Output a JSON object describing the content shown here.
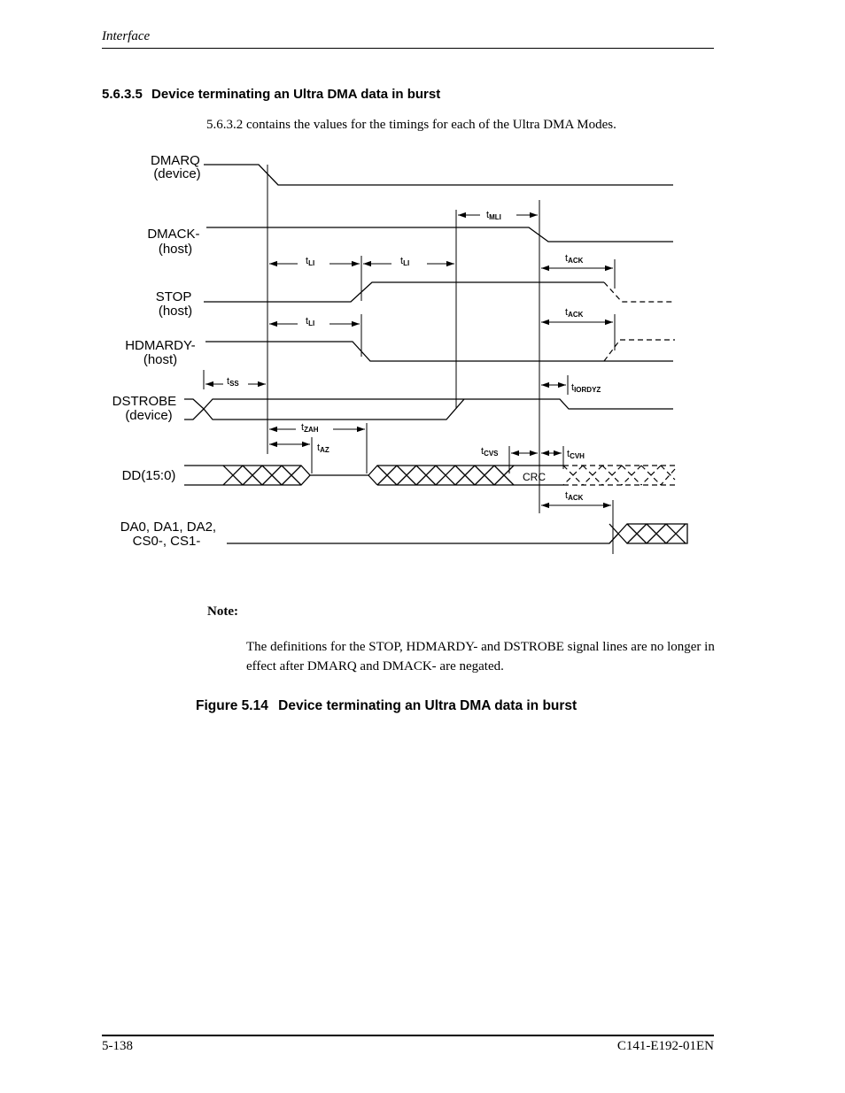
{
  "header": {
    "running_title": "Interface"
  },
  "section": {
    "number": "5.6.3.5",
    "title": "Device terminating an Ultra DMA data in burst"
  },
  "intro": "5.6.3.2 contains the values for the timings for each of the Ultra DMA Modes.",
  "diagram": {
    "signals": {
      "dmarq": [
        "DMARQ",
        "(device)"
      ],
      "dmack": [
        "DMACK-",
        "(host)"
      ],
      "stop": [
        "STOP",
        "(host)"
      ],
      "hdmardy": [
        "HDMARDY-",
        "(host)"
      ],
      "dstrobe": [
        "DSTROBE",
        "(device)"
      ],
      "dd": [
        "DD(15:0)"
      ],
      "da": [
        "DA0, DA1, DA2,",
        "CS0-, CS1-"
      ]
    },
    "timing_labels": {
      "tmli": {
        "main": "t",
        "sub": "MLI"
      },
      "tli_1": {
        "main": "t",
        "sub": "LI"
      },
      "tli_2": {
        "main": "t",
        "sub": "LI"
      },
      "tli_3": {
        "main": "t",
        "sub": "LI"
      },
      "tack_1": {
        "main": "t",
        "sub": "ACK"
      },
      "tack_2": {
        "main": "t",
        "sub": "ACK"
      },
      "tack_3": {
        "main": "t",
        "sub": "ACK"
      },
      "tss": {
        "main": "t",
        "sub": "SS"
      },
      "tiordyz": {
        "main": "t",
        "sub": "IORDYZ"
      },
      "tzah": {
        "main": "t",
        "sub": "ZAH"
      },
      "taz": {
        "main": "t",
        "sub": "AZ"
      },
      "tcvs": {
        "main": "t",
        "sub": "CVS"
      },
      "tcvh": {
        "main": "t",
        "sub": "CVH"
      }
    },
    "crc_label": "CRC"
  },
  "note": {
    "label": "Note:",
    "text": "The definitions for the STOP, HDMARDY- and DSTROBE signal lines are no longer in effect after DMARQ and DMACK- are negated."
  },
  "figure": {
    "number": "Figure 5.14",
    "caption": "Device terminating an Ultra DMA data in burst"
  },
  "footer": {
    "page_number": "5-138",
    "doc_code": "C141-E192-01EN"
  }
}
